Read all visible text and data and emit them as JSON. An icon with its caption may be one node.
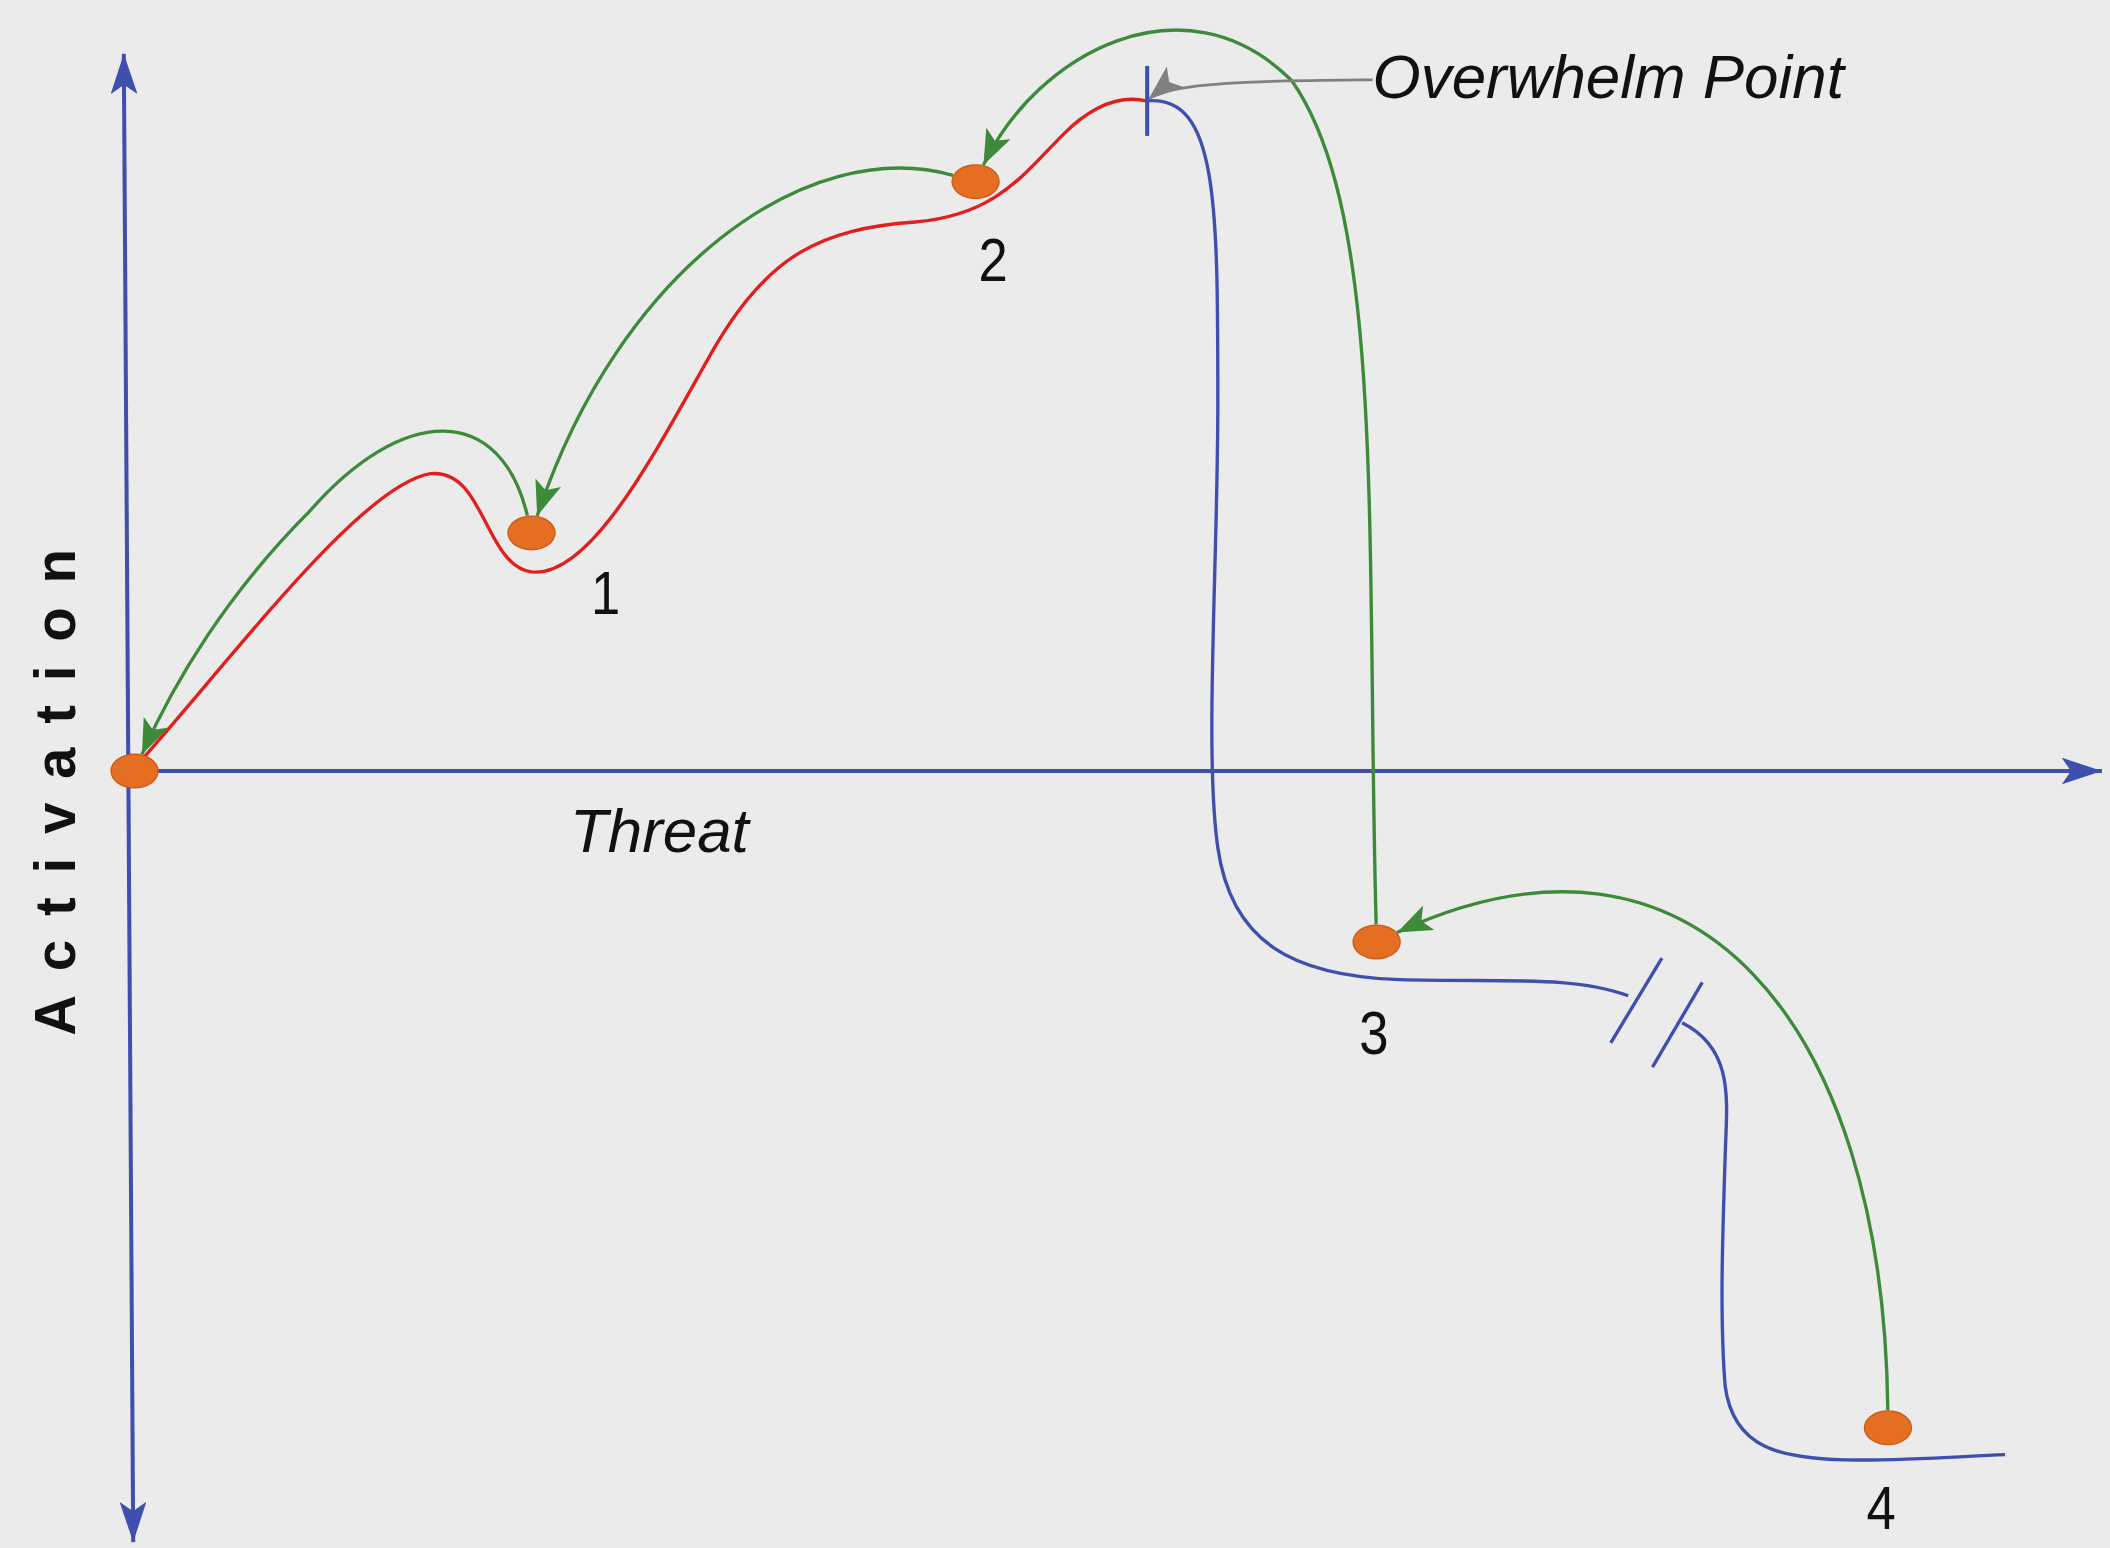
{
  "diagram": {
    "nodes": [
      {
        "text": [],
        "shape": "circle"
      },
      {
        "text": [],
        "shape": "circle",
        "beside": [
          "1"
        ]
      },
      {
        "text": [],
        "shape": "circle",
        "beside": [
          "2"
        ]
      },
      {
        "text": [],
        "shape": "circle",
        "beside": [
          "3"
        ]
      },
      {
        "text": [],
        "shape": "circle",
        "beside": [
          "4"
        ]
      },
      {
        "text": [
          "Overwhelm Point"
        ]
      },
      {
        "text": [],
        "shape": "bar"
      }
    ],
    "edges": [
      {
        "from": 1,
        "to": 0,
        "arrow": "to"
      },
      {
        "from": 2,
        "to": 1,
        "arrow": "to"
      },
      {
        "from": 3,
        "to": 2,
        "arrow": "to"
      },
      {
        "from": 4,
        "to": 3,
        "arrow": "to"
      },
      {
        "from": 5,
        "to": 6,
        "arrow": "to",
        "color": "#808080"
      }
    ],
    "labels": [
      "Activation",
      "Threat"
    ]
  }
}
